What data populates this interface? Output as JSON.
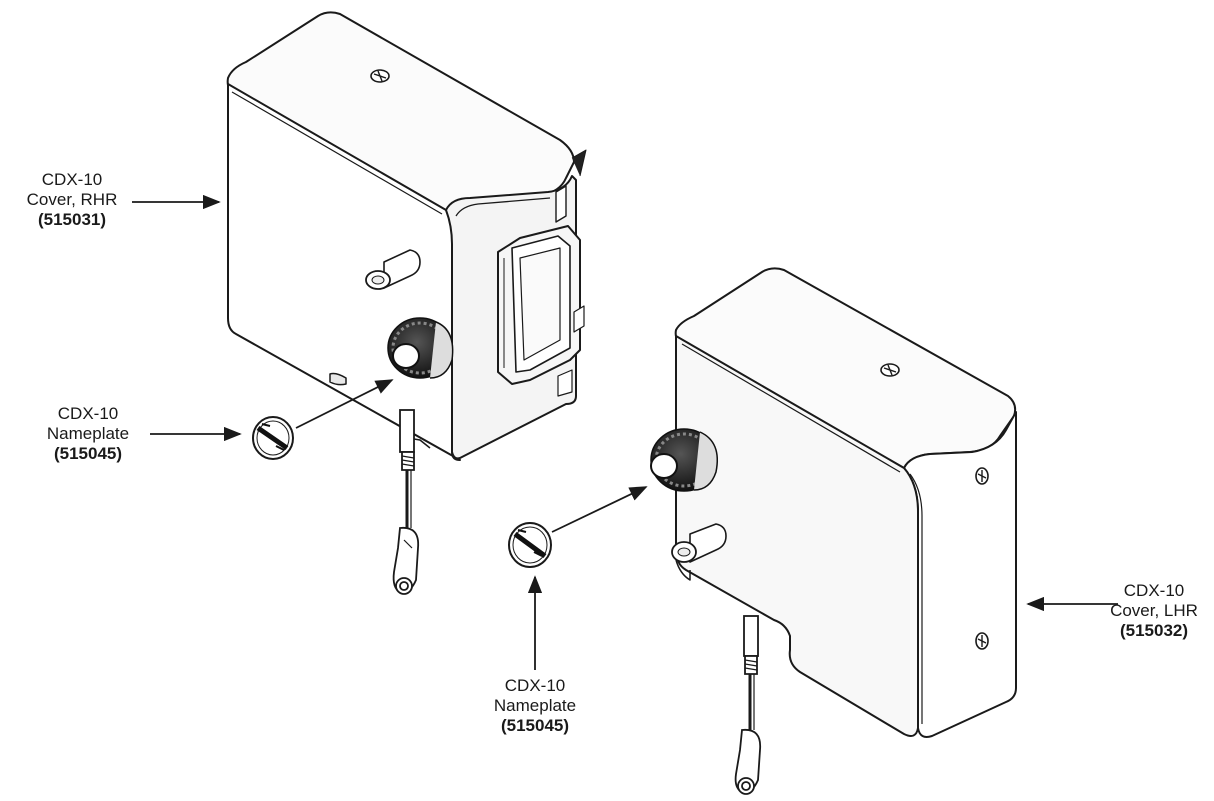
{
  "labels": {
    "cover_rhr": {
      "line1": "CDX-10",
      "line2": "Cover, RHR",
      "part": "(515031)"
    },
    "nameplate_left": {
      "line1": "CDX-10",
      "line2": "Nameplate",
      "part": "(515045)"
    },
    "nameplate_center": {
      "line1": "CDX-10",
      "line2": "Nameplate",
      "part": "(515045)"
    },
    "cover_lhr": {
      "line1": "CDX-10",
      "line2": "Cover, LHR",
      "part": "(515032)"
    }
  },
  "colors": {
    "line": "#1a1a1a",
    "fill": "#ffffff",
    "shade": "#e8e8e8",
    "dark": "#222222"
  },
  "icons": [
    "screw-icon",
    "knob-icon",
    "nameplate-badge-icon",
    "hinge-pin-icon",
    "cable-rod-icon"
  ]
}
